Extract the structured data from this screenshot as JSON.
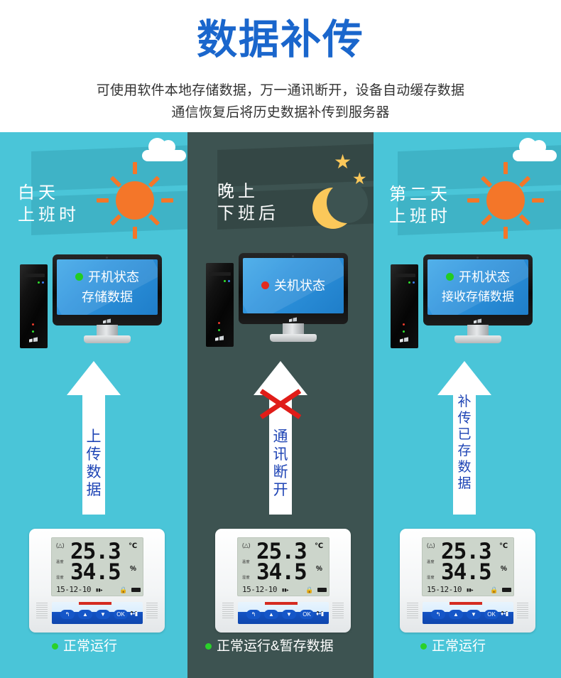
{
  "header": {
    "title": "数据补传",
    "subtitle_line1": "可使用软件本地存储数据，万一通讯断开，设备自动缓存数据",
    "subtitle_line2": "通信恢复后将历史数据补传到服务器",
    "title_color": "#1a66cc"
  },
  "colors": {
    "day_bg": "#4ac5d8",
    "night_bg": "#3d5351",
    "arrow": "#ffffff",
    "arrow_text": "#1f45b5",
    "sun": "#f47629",
    "moon": "#fbc85a",
    "status_on": "#22cc22",
    "status_off": "#e32b20",
    "x_mark": "#e01c18"
  },
  "panels": [
    {
      "id": "day",
      "scene_label_line1": "白天",
      "scene_label_line2": "上班时",
      "sky_icon": "sun-icon",
      "cloud_icon": "cloud-icon",
      "monitor": {
        "status_dot": "green",
        "line1": "开机状态",
        "line2": "存储数据"
      },
      "arrow": {
        "text": "上传数据",
        "blocked": false
      },
      "device": {
        "alarm_icon": "(△)",
        "label_temp": "温度",
        "label_hum": "湿度",
        "temperature": "25.3",
        "temp_unit": "℃",
        "humidity": "34.5",
        "hum_unit": "%",
        "date": "15-12-10",
        "buttons": [
          "↰",
          "▲",
          "▼",
          "OK"
        ]
      },
      "caption": "正常运行"
    },
    {
      "id": "night",
      "scene_label_line1": "晚上",
      "scene_label_line2": "下班后",
      "sky_icon": "moon-icon",
      "star_icon": "star-icon",
      "monitor": {
        "status_dot": "red",
        "line1": "关机状态",
        "line2": ""
      },
      "arrow": {
        "text": "通讯断开",
        "blocked": true,
        "block_icon": "x-mark-icon"
      },
      "device": {
        "alarm_icon": "(△)",
        "label_temp": "温度",
        "label_hum": "湿度",
        "temperature": "25.3",
        "temp_unit": "℃",
        "humidity": "34.5",
        "hum_unit": "%",
        "date": "15-12-10",
        "buttons": [
          "↰",
          "▲",
          "▼",
          "OK"
        ]
      },
      "caption": "正常运行&暂存数据"
    },
    {
      "id": "next",
      "scene_label_line1": "第二天",
      "scene_label_line2": "上班时",
      "sky_icon": "sun-icon",
      "cloud_icon": "cloud-icon",
      "monitor": {
        "status_dot": "green",
        "line1": "开机状态",
        "line2": "接收存储数据"
      },
      "arrow": {
        "text": "补传已存数据",
        "blocked": false
      },
      "device": {
        "alarm_icon": "(△)",
        "label_temp": "温度",
        "label_hum": "湿度",
        "temperature": "25.3",
        "temp_unit": "℃",
        "humidity": "34.5",
        "hum_unit": "%",
        "date": "15-12-10",
        "buttons": [
          "↰",
          "▲",
          "▼",
          "OK"
        ]
      },
      "caption": "正常运行"
    }
  ]
}
